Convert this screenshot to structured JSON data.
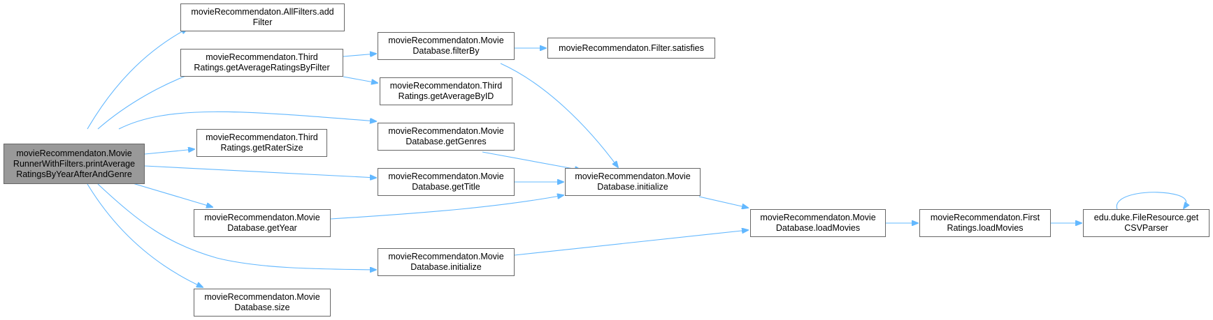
{
  "colors": {
    "edge": "#63b8ff",
    "node_border": "#666666",
    "root_fill": "#999999",
    "node_fill": "#ffffff"
  },
  "nodes": {
    "root": {
      "line1": "movieRecommendaton.Movie",
      "line2": "RunnerWithFilters.printAverage",
      "line3": "RatingsByYearAfterAndGenre"
    },
    "allfilters_add": {
      "line1": "movieRecommendaton.AllFilters.add",
      "line2": "Filter"
    },
    "third_avg_filter": {
      "line1": "movieRecommendaton.Third",
      "line2": "Ratings.getAverageRatingsByFilter"
    },
    "third_rater_size": {
      "line1": "movieRecommendaton.Third",
      "line2": "Ratings.getRaterSize"
    },
    "moviedb_getyear": {
      "line1": "movieRecommendaton.Movie",
      "line2": "Database.getYear"
    },
    "moviedb_size": {
      "line1": "movieRecommendaton.Movie",
      "line2": "Database.size"
    },
    "moviedb_filterby": {
      "line1": "movieRecommendaton.Movie",
      "line2": "Database.filterBy"
    },
    "third_avg_id": {
      "line1": "movieRecommendaton.Third",
      "line2": "Ratings.getAverageByID"
    },
    "moviedb_getgenres": {
      "line1": "movieRecommendaton.Movie",
      "line2": "Database.getGenres"
    },
    "moviedb_gettitle": {
      "line1": "movieRecommendaton.Movie",
      "line2": "Database.getTitle"
    },
    "moviedb_initialize_b": {
      "line1": "movieRecommendaton.Movie",
      "line2": "Database.initialize"
    },
    "filter_satisfies": {
      "line1": "movieRecommendaton.Filter.satisfies"
    },
    "moviedb_initialize_a": {
      "line1": "movieRecommendaton.Movie",
      "line2": "Database.initialize"
    },
    "moviedb_loadmovies": {
      "line1": "movieRecommendaton.Movie",
      "line2": "Database.loadMovies"
    },
    "first_loadmovies": {
      "line1": "movieRecommendaton.First",
      "line2": "Ratings.loadMovies"
    },
    "fileresource_csv": {
      "line1": "edu.duke.FileResource.get",
      "line2": "CSVParser"
    }
  }
}
